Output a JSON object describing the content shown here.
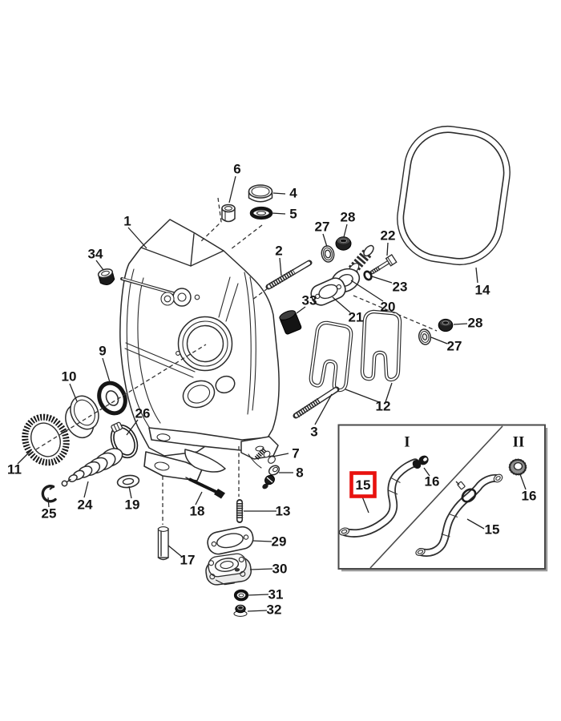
{
  "diagram": {
    "background_color": "#ffffff",
    "ink_color": "#2b2b2b",
    "highlight_color": "#e8120e",
    "highlighted_part": "15",
    "callouts": [
      {
        "key": "1",
        "label": "1"
      },
      {
        "key": "2",
        "label": "2"
      },
      {
        "key": "3",
        "label": "3"
      },
      {
        "key": "4",
        "label": "4"
      },
      {
        "key": "5",
        "label": "5"
      },
      {
        "key": "6",
        "label": "6"
      },
      {
        "key": "7",
        "label": "7"
      },
      {
        "key": "8",
        "label": "8"
      },
      {
        "key": "9",
        "label": "9"
      },
      {
        "key": "10",
        "label": "10"
      },
      {
        "key": "11",
        "label": "11"
      },
      {
        "key": "12",
        "label": "12"
      },
      {
        "key": "13",
        "label": "13"
      },
      {
        "key": "14",
        "label": "14"
      },
      {
        "key": "17",
        "label": "17"
      },
      {
        "key": "18",
        "label": "18"
      },
      {
        "key": "19",
        "label": "19"
      },
      {
        "key": "20",
        "label": "20"
      },
      {
        "key": "21",
        "label": "21"
      },
      {
        "key": "22",
        "label": "22"
      },
      {
        "key": "23",
        "label": "23"
      },
      {
        "key": "24",
        "label": "24"
      },
      {
        "key": "25",
        "label": "25"
      },
      {
        "key": "26",
        "label": "26"
      },
      {
        "key": "27-left",
        "label": "27"
      },
      {
        "key": "28-left",
        "label": "28"
      },
      {
        "key": "27-right",
        "label": "27"
      },
      {
        "key": "28-right",
        "label": "28"
      },
      {
        "key": "29",
        "label": "29"
      },
      {
        "key": "30",
        "label": "30"
      },
      {
        "key": "31",
        "label": "31"
      },
      {
        "key": "32",
        "label": "32"
      },
      {
        "key": "33",
        "label": "33"
      },
      {
        "key": "34",
        "label": "34"
      }
    ],
    "inset": {
      "section_1_label": "I",
      "section_2_label": "II",
      "callouts": [
        {
          "key": "15-highlighted",
          "label": "15",
          "highlighted": true
        },
        {
          "key": "16-section-1",
          "label": "16"
        },
        {
          "key": "15-section-2",
          "label": "15"
        },
        {
          "key": "16-section-2",
          "label": "16"
        }
      ]
    }
  }
}
